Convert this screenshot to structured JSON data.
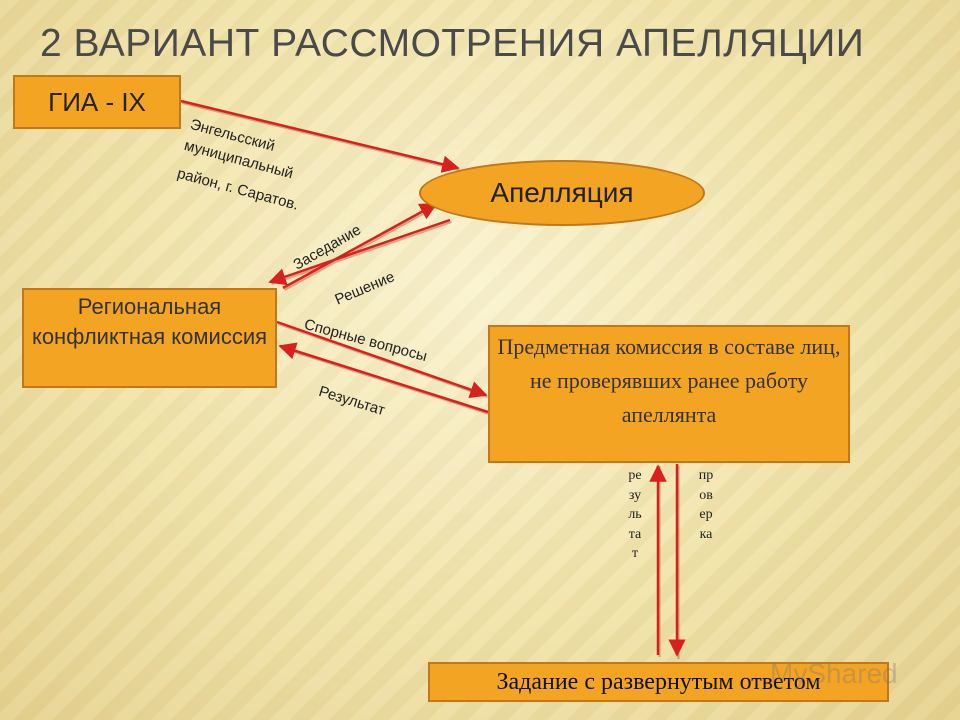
{
  "slide": {
    "title": "2 ВАРИАНТ РАССМОТРЕНИЯ АПЕЛЛЯЦИИ"
  },
  "nodes": {
    "gia": "ГИА - IX",
    "appeal": "Апелляция",
    "regional_commission": "Региональная конфликтная комиссия",
    "subject_commission": "Предметная комиссия в составе лиц, не проверявших ранее работу апеллянта",
    "task": "Задание с развернутым ответом"
  },
  "edge_labels": {
    "district": "Энгельсский муниципальный район, г. Саратов.",
    "district_lines": [
      "Энгельсский",
      "муниципальный",
      "район, г. Саратов."
    ],
    "meeting": "Заседание",
    "decision": "Решение",
    "disputed": "Спорные вопросы",
    "result": "Результат",
    "vertical_result": "результат",
    "vertical_check": "проверка"
  },
  "colors": {
    "box_fill": "#f4a423",
    "box_border": "#c4771a",
    "arrow": "#d8201c",
    "title": "#4a4a4a"
  },
  "watermark": "MyShared"
}
